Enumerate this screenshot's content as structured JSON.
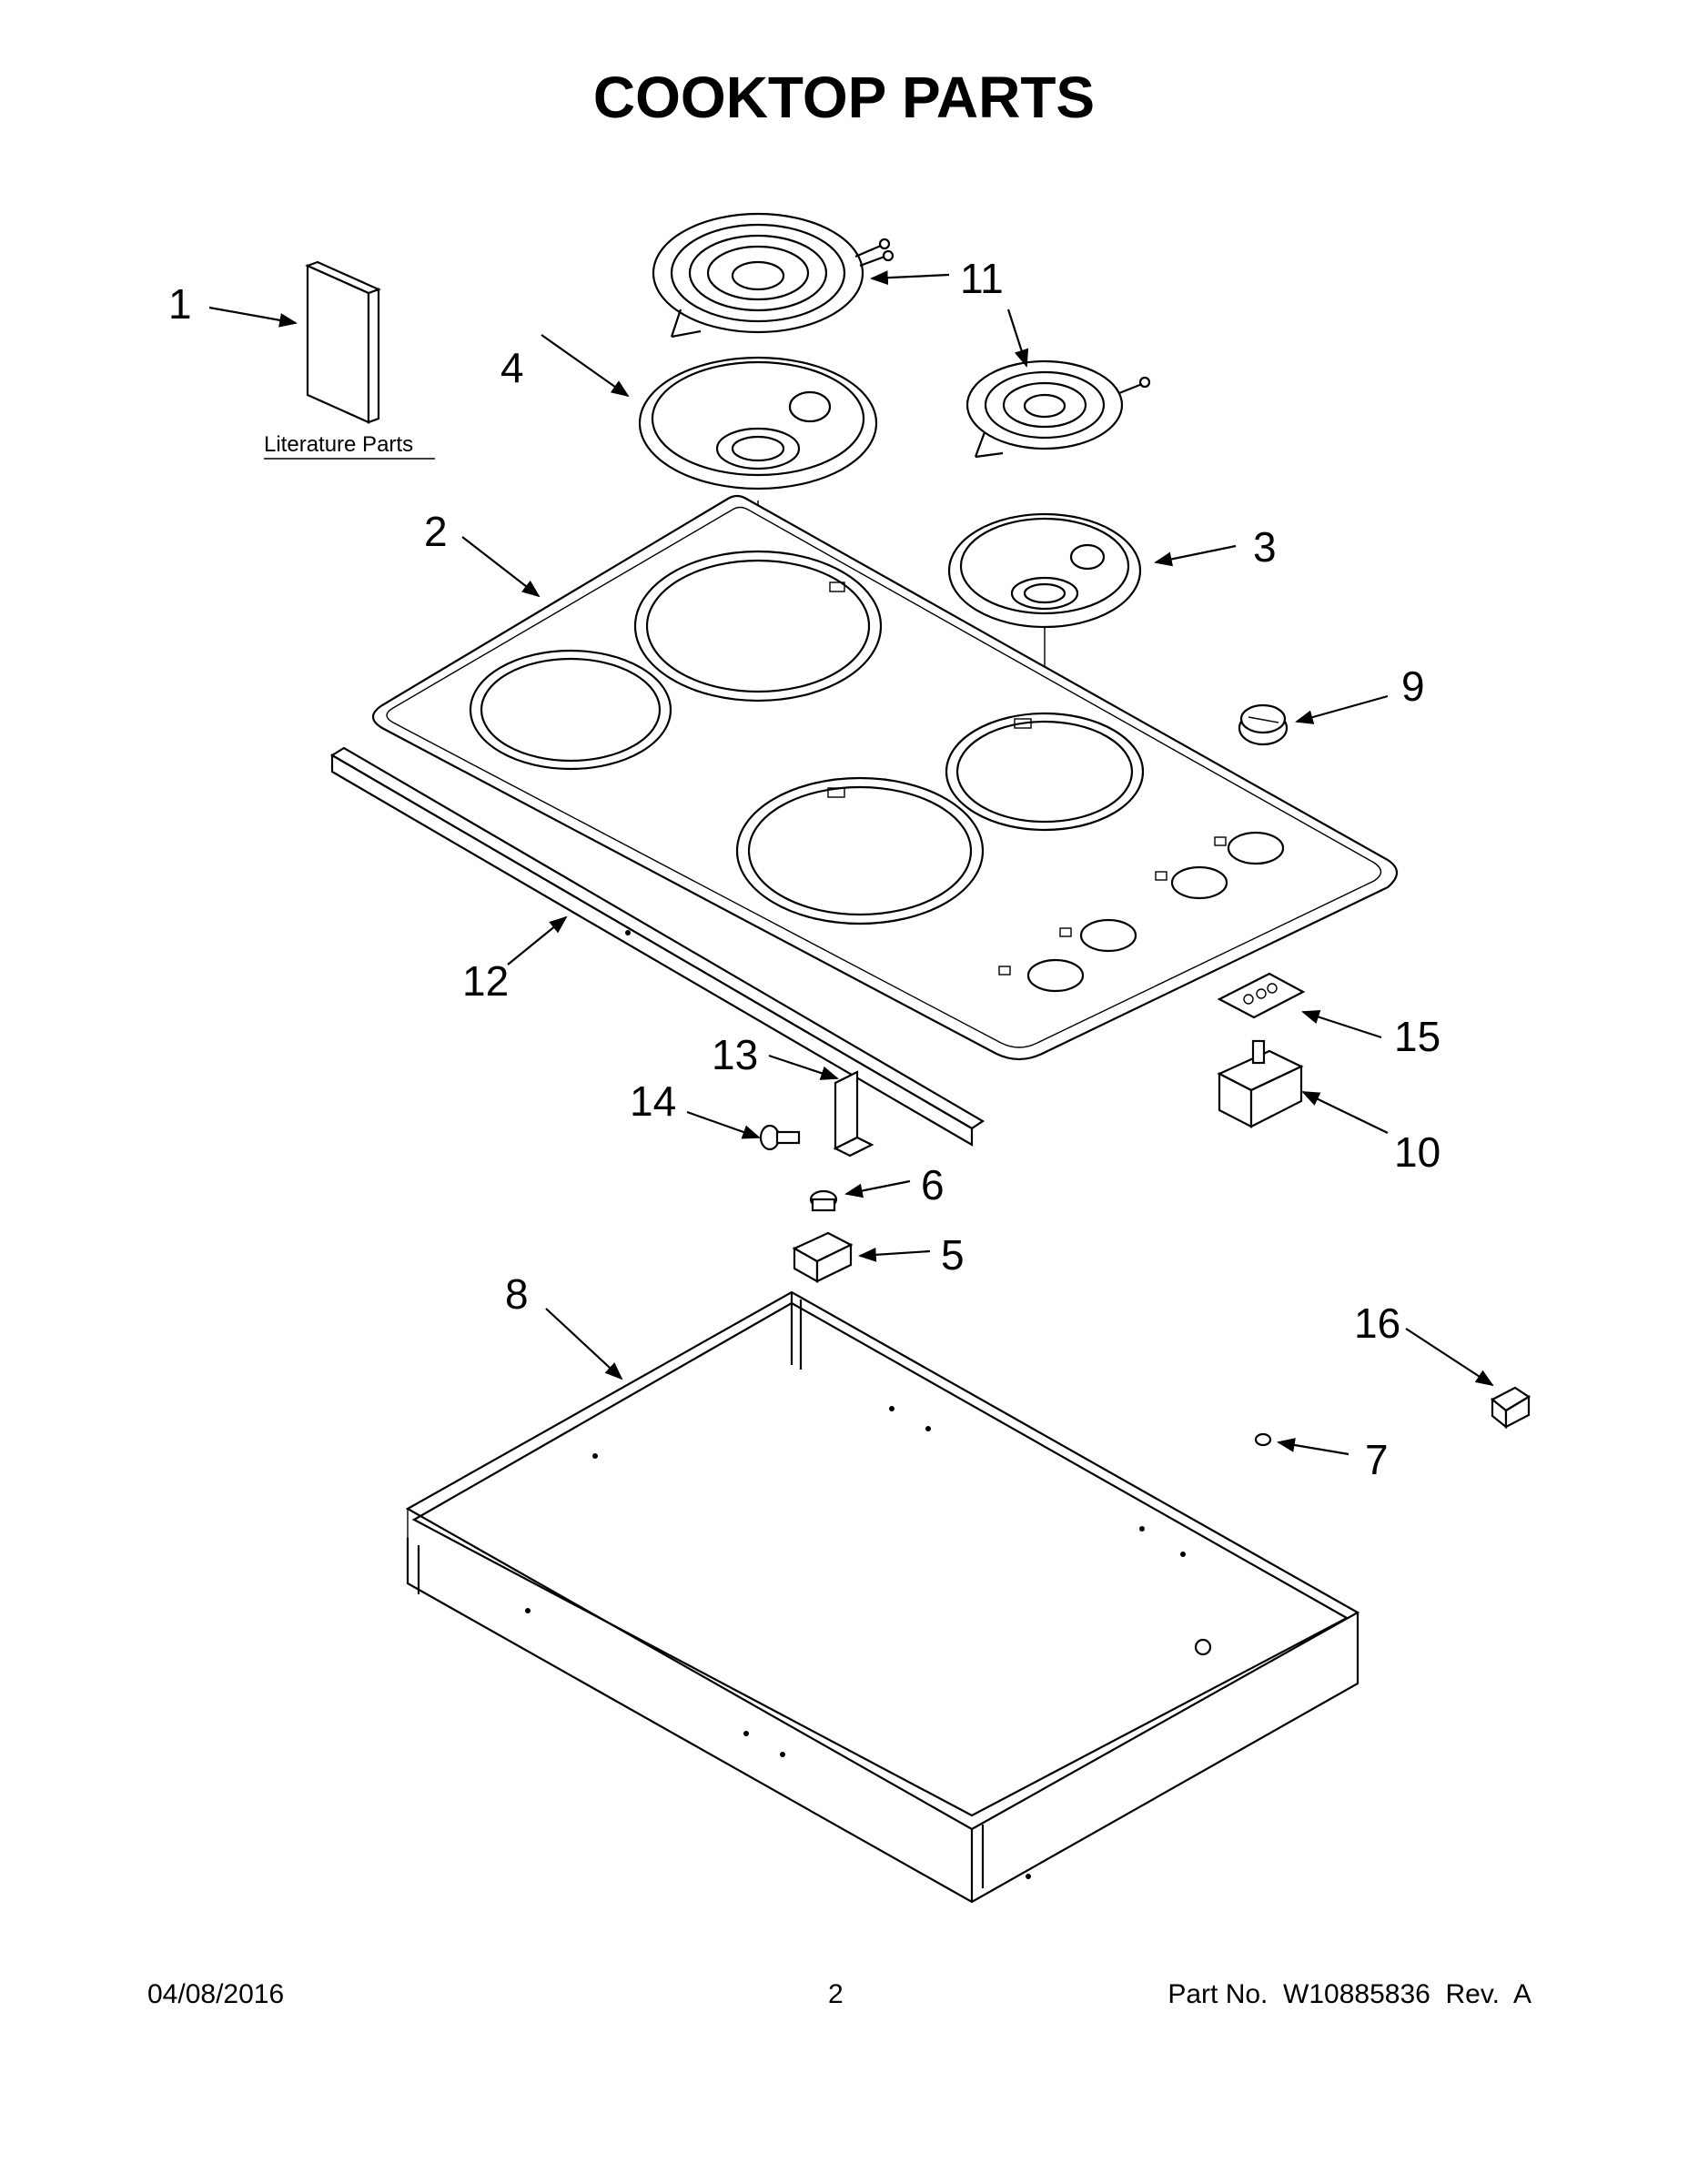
{
  "title": "COOKTOP PARTS",
  "literature_label": "Literature Parts",
  "callouts": {
    "c1": "1",
    "c2": "2",
    "c3": "3",
    "c4": "4",
    "c5": "5",
    "c6": "6",
    "c7": "7",
    "c8": "8",
    "c9": "9",
    "c10": "10",
    "c11": "11",
    "c12": "12",
    "c13": "13",
    "c14": "14",
    "c15": "15",
    "c16": "16"
  },
  "footer": {
    "date": "04/08/2016",
    "page": "2",
    "part_no": "Part No.  W10885836  Rev.  A"
  }
}
